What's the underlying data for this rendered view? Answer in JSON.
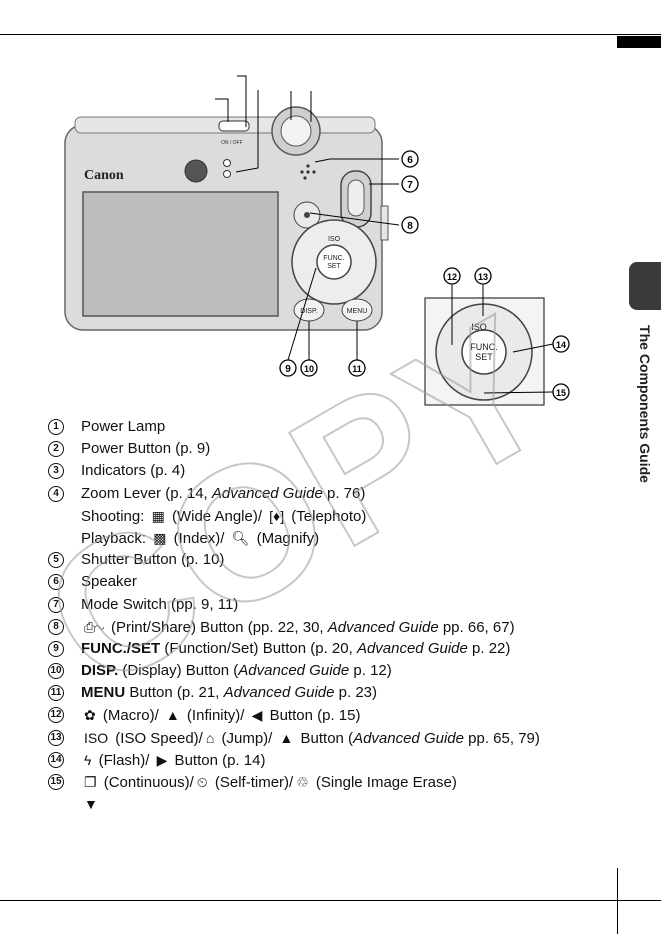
{
  "side_tab": {
    "label": "The Components Guide"
  },
  "camera": {
    "brand": "Canon",
    "power_label": "ON / OFF",
    "func_label_1": "FUNC.",
    "func_label_2": "SET",
    "disp_label": "DISP.",
    "menu_label": "MENU",
    "iso_label": "ISO",
    "callouts": [
      "6",
      "7",
      "8",
      "9",
      "10",
      "11",
      "12",
      "13",
      "14",
      "15"
    ]
  },
  "components": [
    {
      "num": "1",
      "parts": [
        {
          "t": "Power Lamp"
        }
      ]
    },
    {
      "num": "2",
      "parts": [
        {
          "t": "Power Button (p. 9)"
        }
      ]
    },
    {
      "num": "3",
      "parts": [
        {
          "t": "Indicators (p. 4)"
        }
      ]
    },
    {
      "num": "4",
      "parts": [
        {
          "t": "Zoom Lever   (p. 14, "
        },
        {
          "t": "Advanced Guide",
          "s": "i"
        },
        {
          "t": " p. 76)"
        }
      ]
    },
    {
      "num": "",
      "parts": [
        {
          "t": "Shooting: "
        },
        {
          "t": "▦",
          "s": "ic"
        },
        {
          "t": " (Wide Angle)/ "
        },
        {
          "t": "[♦]",
          "s": "ic"
        },
        {
          "t": " (Telephoto)"
        }
      ]
    },
    {
      "num": "",
      "parts": [
        {
          "t": "Playback: "
        },
        {
          "t": "▩",
          "s": "ic"
        },
        {
          "t": " (Index)/ "
        },
        {
          "t": "🔍︎",
          "s": "ic"
        },
        {
          "t": " (Magnify)"
        }
      ]
    },
    {
      "num": "5",
      "parts": [
        {
          "t": "Shutter Button (p. 10)"
        }
      ]
    },
    {
      "num": "6",
      "parts": [
        {
          "t": "Speaker"
        }
      ]
    },
    {
      "num": "7",
      "parts": [
        {
          "t": "Mode Switch (pp. 9, 11)"
        }
      ]
    },
    {
      "num": "8",
      "parts": [
        {
          "t": "⎙∿",
          "s": "ic"
        },
        {
          "t": " (Print/Share) Button (pp. 22, 30, "
        },
        {
          "t": "Advanced Guide",
          "s": "i"
        },
        {
          "t": " pp. 66, 67)"
        }
      ]
    },
    {
      "num": "9",
      "parts": [
        {
          "t": "FUNC./SET",
          "s": "b"
        },
        {
          "t": " (Function/Set) Button (p. 20, "
        },
        {
          "t": "Advanced Guide",
          "s": "i"
        },
        {
          "t": " p. 22)"
        }
      ]
    },
    {
      "num": "10",
      "parts": [
        {
          "t": "DISP.",
          "s": "b"
        },
        {
          "t": " (Display) Button ("
        },
        {
          "t": "Advanced Guide",
          "s": "i"
        },
        {
          "t": " p. 12)"
        }
      ]
    },
    {
      "num": "11",
      "parts": [
        {
          "t": "MENU",
          "s": "b"
        },
        {
          "t": " Button (p. 21, "
        },
        {
          "t": "Advanced Guide",
          "s": "i"
        },
        {
          "t": " p. 23)"
        }
      ]
    },
    {
      "num": "12",
      "parts": [
        {
          "t": "✿",
          "s": "ic"
        },
        {
          "t": " (Macro)/ "
        },
        {
          "t": "▲",
          "s": "ic"
        },
        {
          "t": " (Infinity)/ "
        },
        {
          "t": "◀",
          "s": "ic"
        },
        {
          "t": " Button (p. 15)"
        }
      ]
    },
    {
      "num": "13",
      "parts": [
        {
          "t": "ISO",
          "s": "ic"
        },
        {
          "t": " (ISO Speed)/"
        },
        {
          "t": "⌂",
          "s": "ic"
        },
        {
          "t": " (Jump)/ "
        },
        {
          "t": "▲",
          "s": "ic"
        },
        {
          "t": " Button ("
        },
        {
          "t": "Advanced Guide",
          "s": "i"
        },
        {
          "t": " pp. 65, 79)"
        }
      ]
    },
    {
      "num": "14",
      "parts": [
        {
          "t": "ϟ",
          "s": "ic"
        },
        {
          "t": " (Flash)/ "
        },
        {
          "t": "▶",
          "s": "ic"
        },
        {
          "t": " Button (p. 14)"
        }
      ]
    },
    {
      "num": "15",
      "parts": [
        {
          "t": "❐",
          "s": "ic"
        },
        {
          "t": " (Continuous)/"
        },
        {
          "t": "⏲",
          "s": "ic"
        },
        {
          "t": " (Self-timer)/"
        },
        {
          "t": "♲",
          "s": "ic"
        },
        {
          "t": " (Single Image Erase)"
        }
      ]
    },
    {
      "num": "",
      "parts": [
        {
          "t": "▼",
          "s": "ic"
        }
      ]
    }
  ]
}
